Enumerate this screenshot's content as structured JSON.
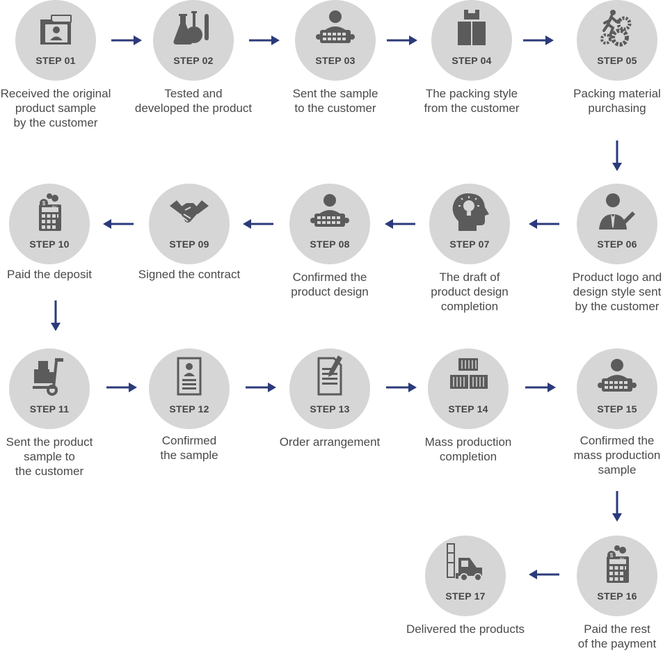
{
  "colors": {
    "circle": "#d6d6d6",
    "icon": "#5b5b5b",
    "arrow": "#2b3a7a",
    "text": "#4a4a4a"
  },
  "steps": [
    {
      "label": "STEP 01",
      "caption": "Received the original\nproduct sample\nby the customer",
      "icon": "folder-user-icon"
    },
    {
      "label": "STEP 02",
      "caption": "Tested and\ndeveloped the product",
      "icon": "lab-flasks-icon"
    },
    {
      "label": "STEP 03",
      "caption": "Sent the sample\nto the customer",
      "icon": "person-laptop-icon"
    },
    {
      "label": "STEP 04",
      "caption": "The packing style\nfrom the customer",
      "icon": "boxes-icon"
    },
    {
      "label": "STEP 05",
      "caption": "Packing material\npurchasing",
      "icon": "runner-gears-icon"
    },
    {
      "label": "STEP 06",
      "caption": "Product logo and\ndesign style sent\nby the customer",
      "icon": "businessman-icon"
    },
    {
      "label": "STEP 07",
      "caption": "The draft of\nproduct design\ncompletion",
      "icon": "head-lightbulb-icon"
    },
    {
      "label": "STEP 08",
      "caption": "Confirmed the\nproduct design",
      "icon": "person-laptop-icon"
    },
    {
      "label": "STEP 09",
      "caption": "Signed the contract",
      "icon": "handshake-icon"
    },
    {
      "label": "STEP 10",
      "caption": "Paid the deposit",
      "icon": "calculator-coins-icon"
    },
    {
      "label": "STEP 11",
      "caption": "Sent the product\nsample to\nthe customer",
      "icon": "hand-truck-icon"
    },
    {
      "label": "STEP 12",
      "caption": "Confirmed\nthe sample",
      "icon": "resume-document-icon"
    },
    {
      "label": "STEP 13",
      "caption": "Order arrangement",
      "icon": "document-pen-icon"
    },
    {
      "label": "STEP 14",
      "caption": "Mass production\ncompletion",
      "icon": "containers-icon"
    },
    {
      "label": "STEP 15",
      "caption": "Confirmed the\nmass production\nsample",
      "icon": "person-laptop-icon"
    },
    {
      "label": "STEP 16",
      "caption": "Paid the rest\nof the payment",
      "icon": "calculator-coins-icon"
    },
    {
      "label": "STEP 17",
      "caption": "Delivered the products",
      "icon": "forklift-icon"
    }
  ]
}
